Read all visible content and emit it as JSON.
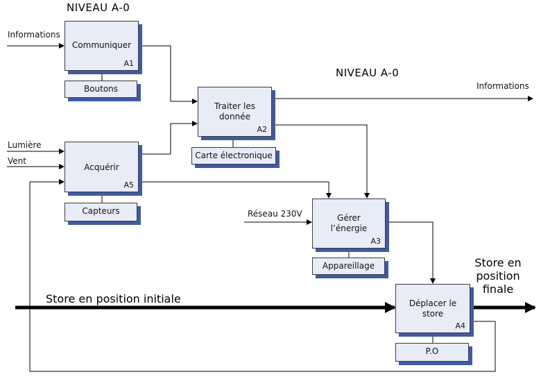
{
  "headings": {
    "top": "NIVEAU  A-0",
    "mid": "NIVEAU  A-0"
  },
  "functions": {
    "a1": {
      "title": "Communiquer",
      "code": "A1"
    },
    "a2": {
      "title": "Traiter les\ndonnée",
      "code": "A2"
    },
    "a5": {
      "title": "Acquérir",
      "code": "A5"
    },
    "a3": {
      "title": "Gérer\nl’énergie",
      "code": "A3"
    },
    "a4": {
      "title": "Déplacer le\nstore",
      "code": "A4"
    }
  },
  "mechanisms": {
    "a1": "Boutons",
    "a2": "Carte électronique",
    "a5": "Capteurs",
    "a3": "Appareillage",
    "a4": "P.O"
  },
  "inputs": {
    "informations_in": "Informations",
    "lumiere": "Lumière",
    "vent": "Vent",
    "reseau": "Réseau 230V",
    "store_initial": "Store en position initiale"
  },
  "outputs": {
    "informations_out": "Informations",
    "store_final": "Store en\nposition\nfinale"
  }
}
